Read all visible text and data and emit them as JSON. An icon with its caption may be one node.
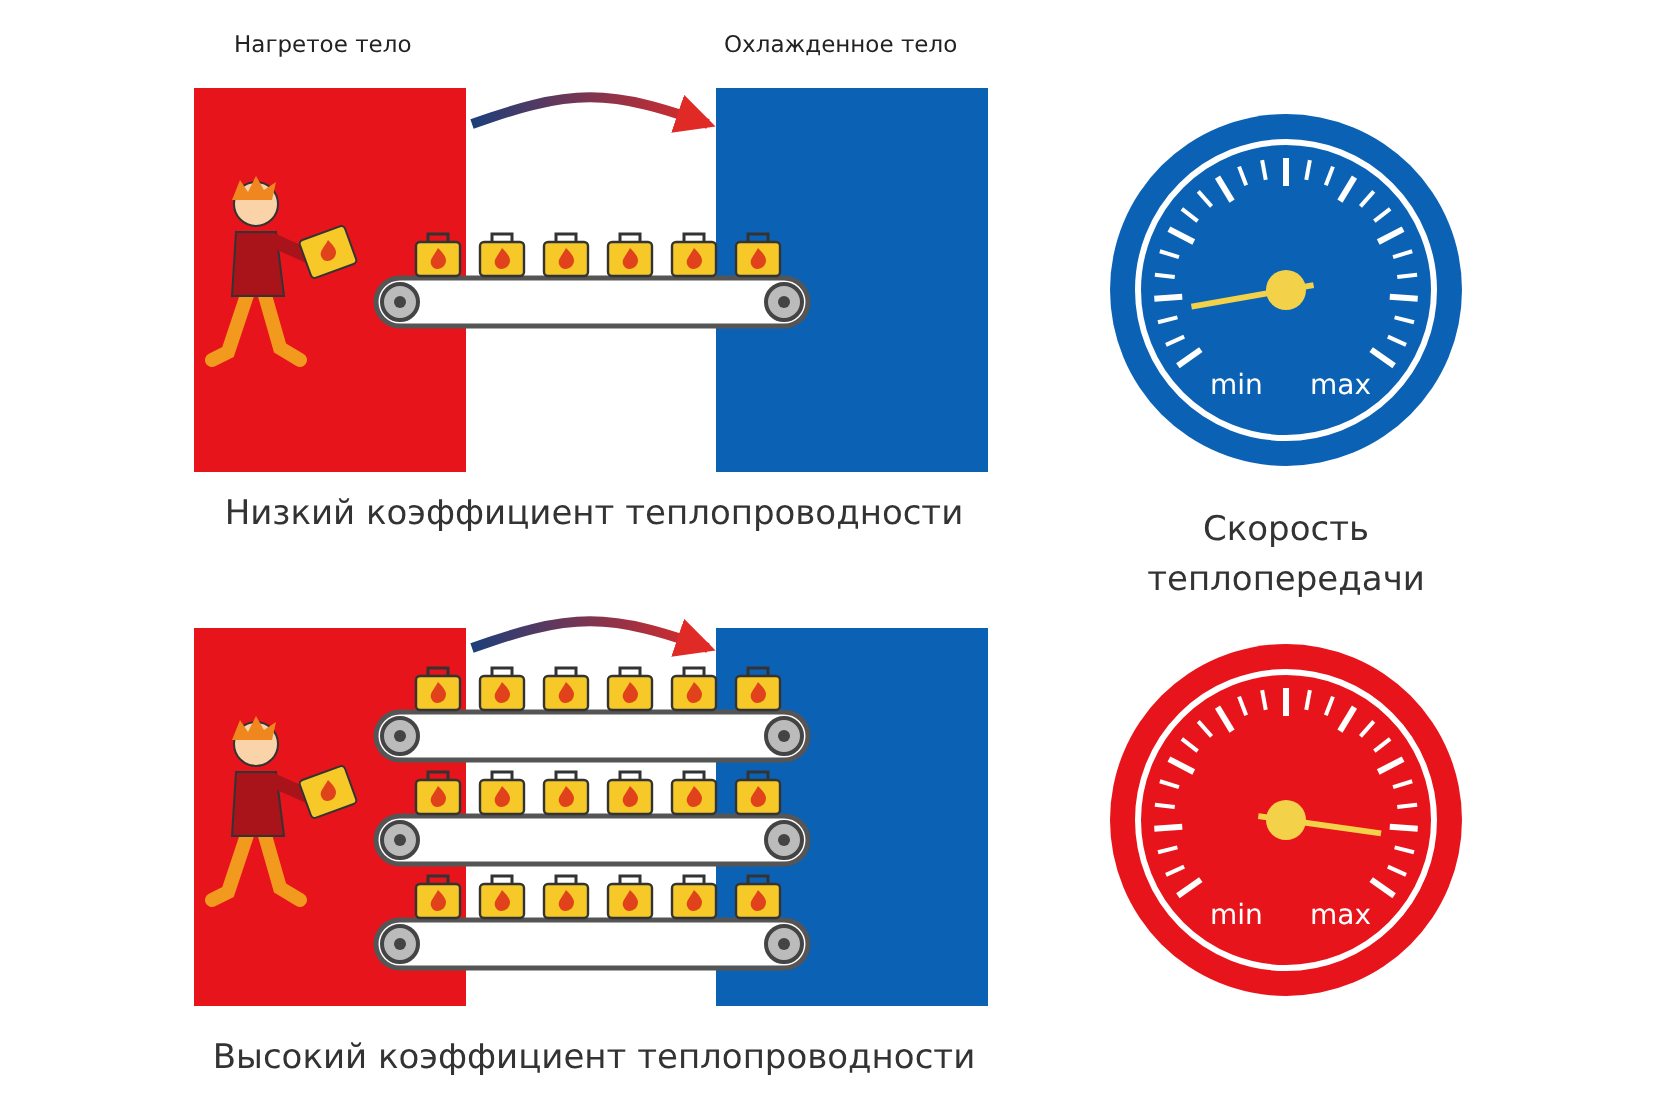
{
  "diagram": {
    "nodes": [
      {
        "text": [
          "Нагретое тело"
        ]
      },
      {
        "text": [
          "Охлажденное тело"
        ]
      },
      {
        "text": [
          "min",
          "max"
        ]
      },
      {
        "text": [],
        "shape": "box"
      },
      {
        "text": [],
        "shape": "box"
      },
      {
        "text": [
          "min",
          "max"
        ]
      }
    ],
    "edges": [
      {
        "from": 0,
        "to": 1,
        "arrow": "to"
      },
      {
        "from": 3,
        "to": 4,
        "arrow": "to"
      }
    ],
    "labels": [
      "Низкий коэффициент теплопроводности",
      "Скорость теплопередачи",
      "Высокий коэффициент теплопроводности"
    ]
  }
}
